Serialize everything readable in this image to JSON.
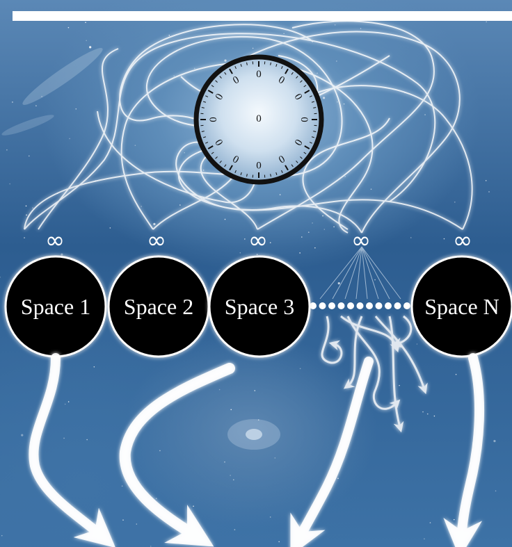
{
  "clock": {
    "center_label": "0",
    "dial_labels": [
      "0",
      "0",
      "0",
      "0",
      "0",
      "0",
      "0",
      "0",
      "0",
      "0",
      "0",
      "0"
    ]
  },
  "spaces": [
    {
      "label": "Space 1",
      "symbol": "∞"
    },
    {
      "label": "Space 2",
      "symbol": "∞"
    },
    {
      "label": "Space 3",
      "symbol": "∞"
    },
    {
      "label": "",
      "symbol": "∞"
    },
    {
      "label": "Space N",
      "symbol": "∞"
    }
  ],
  "colors": {
    "background": "#2f6193",
    "stroke": "#ffffff",
    "circle_fill": "#000000"
  }
}
